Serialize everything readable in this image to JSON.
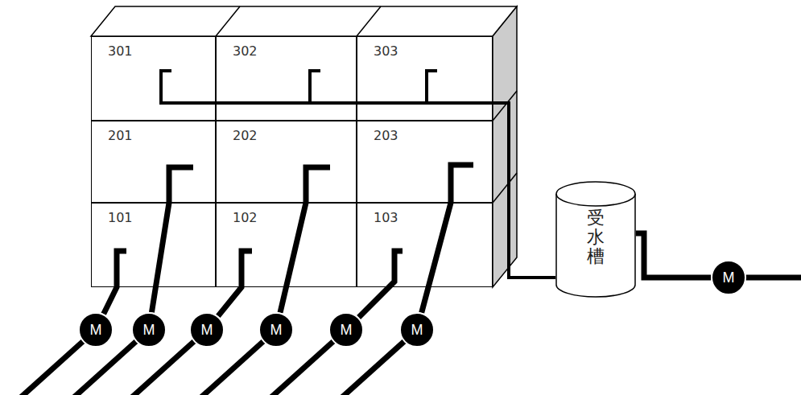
{
  "diagram": {
    "nodes": [
      {
        "text": [
          "301"
        ]
      },
      {
        "text": [
          "302"
        ]
      },
      {
        "text": [
          "303"
        ]
      },
      {
        "text": [
          "201"
        ]
      },
      {
        "text": [
          "202"
        ]
      },
      {
        "text": [
          "203"
        ]
      },
      {
        "text": [
          "101"
        ]
      },
      {
        "text": [
          "102"
        ]
      },
      {
        "text": [
          "103"
        ]
      },
      {
        "text": [
          "受水槽"
        ]
      },
      {
        "text": [
          "M"
        ]
      },
      {
        "text": [
          "M"
        ]
      },
      {
        "text": [
          "M"
        ]
      },
      {
        "text": [
          "M"
        ]
      },
      {
        "text": [
          "M"
        ]
      },
      {
        "text": [
          "M"
        ]
      },
      {
        "text": [
          "M"
        ]
      }
    ],
    "edges": [
      {
        "from": 10,
        "to": 6,
        "arrow": "none"
      },
      {
        "from": 11,
        "to": 3,
        "arrow": "none"
      },
      {
        "from": 12,
        "to": 7,
        "arrow": "none"
      },
      {
        "from": 13,
        "to": 4,
        "arrow": "none"
      },
      {
        "from": 14,
        "to": 8,
        "arrow": "none"
      },
      {
        "from": 15,
        "to": 5,
        "arrow": "none"
      },
      {
        "from": 16,
        "to": 9,
        "arrow": "none"
      },
      {
        "from": 9,
        "to": 0,
        "arrow": "none"
      },
      {
        "from": 9,
        "to": 1,
        "arrow": "none"
      },
      {
        "from": 9,
        "to": 2,
        "arrow": "none"
      }
    ]
  }
}
